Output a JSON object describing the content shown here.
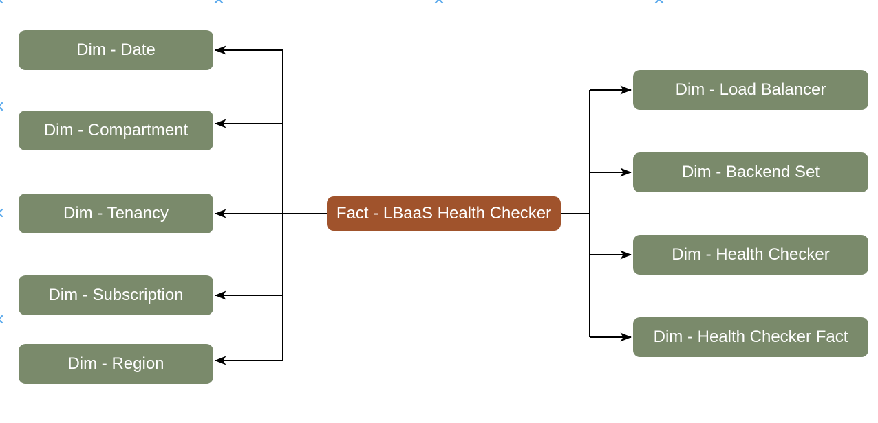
{
  "diagram": {
    "type": "star-schema",
    "fact": {
      "id": "fact",
      "label": "Fact - LBaaS Health Checker"
    },
    "left_dimensions": [
      {
        "id": "dim-date",
        "label": "Dim - Date"
      },
      {
        "id": "dim-compartment",
        "label": "Dim - Compartment"
      },
      {
        "id": "dim-tenancy",
        "label": "Dim - Tenancy"
      },
      {
        "id": "dim-subscription",
        "label": "Dim - Subscription"
      },
      {
        "id": "dim-region",
        "label": "Dim - Region"
      }
    ],
    "right_dimensions": [
      {
        "id": "dim-load-balancer",
        "label": "Dim - Load Balancer"
      },
      {
        "id": "dim-backend-set",
        "label": "Dim - Backend Set"
      },
      {
        "id": "dim-health-checker",
        "label": "Dim - Health Checker"
      },
      {
        "id": "dim-health-checker-fact",
        "label": "Dim - Health Checker Fact"
      }
    ],
    "edges": [
      {
        "from": "fact",
        "to": "dim-date"
      },
      {
        "from": "fact",
        "to": "dim-compartment"
      },
      {
        "from": "fact",
        "to": "dim-tenancy"
      },
      {
        "from": "fact",
        "to": "dim-subscription"
      },
      {
        "from": "fact",
        "to": "dim-region"
      },
      {
        "from": "fact",
        "to": "dim-load-balancer"
      },
      {
        "from": "fact",
        "to": "dim-backend-set"
      },
      {
        "from": "fact",
        "to": "dim-health-checker"
      },
      {
        "from": "fact",
        "to": "dim-health-checker-fact"
      }
    ],
    "colors": {
      "dimension_fill": "#7A8A6B",
      "fact_fill": "#A0532C",
      "node_text": "#FFFFFF",
      "connector": "#000000",
      "page_cross": "#5AA9EC",
      "background": "#FFFFFF"
    }
  }
}
